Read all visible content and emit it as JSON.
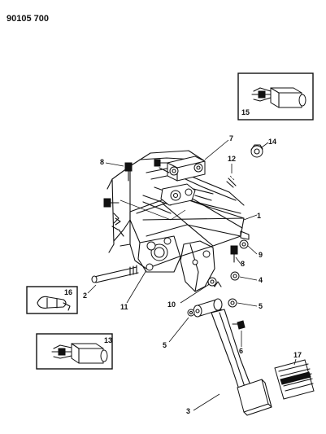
{
  "header": {
    "catalog_number": "90105 700"
  },
  "callouts": [
    {
      "id": "1",
      "label": "1"
    },
    {
      "id": "2",
      "label": "2"
    },
    {
      "id": "3",
      "label": "3"
    },
    {
      "id": "4",
      "label": "4"
    },
    {
      "id": "5a",
      "label": "5"
    },
    {
      "id": "5b",
      "label": "5"
    },
    {
      "id": "6",
      "label": "6"
    },
    {
      "id": "7",
      "label": "7"
    },
    {
      "id": "8a",
      "label": "8"
    },
    {
      "id": "8b",
      "label": "8"
    },
    {
      "id": "9",
      "label": "9"
    },
    {
      "id": "10",
      "label": "10"
    },
    {
      "id": "11",
      "label": "11"
    },
    {
      "id": "12",
      "label": "12"
    },
    {
      "id": "13",
      "label": "13"
    },
    {
      "id": "14",
      "label": "14"
    },
    {
      "id": "15",
      "label": "15"
    },
    {
      "id": "16",
      "label": "16"
    },
    {
      "id": "17",
      "label": "17"
    }
  ]
}
